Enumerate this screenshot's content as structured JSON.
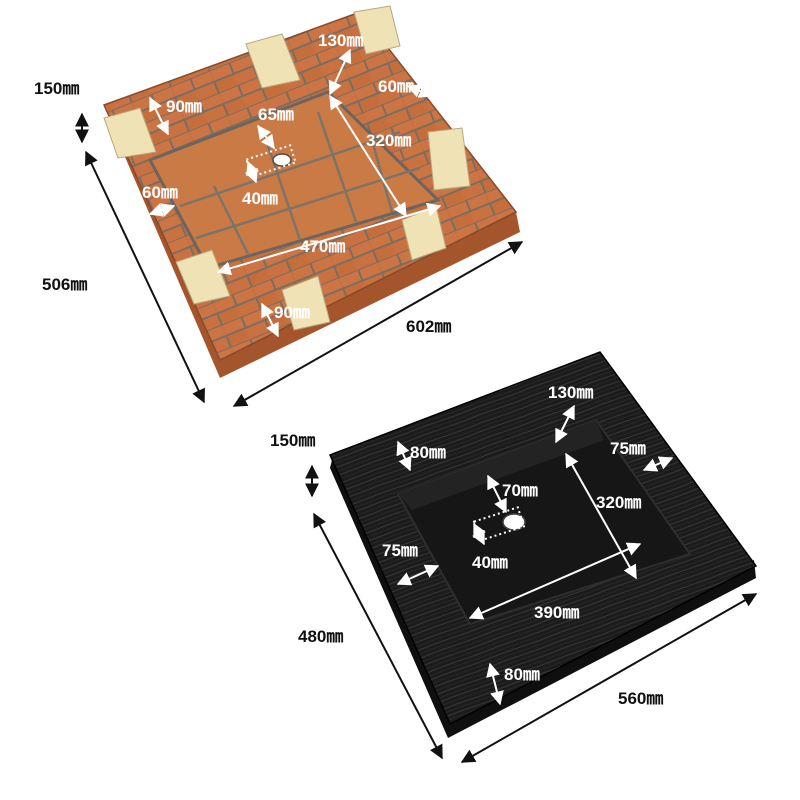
{
  "products": [
    {
      "name": "brick-sink",
      "finish_color": "#c5683a",
      "grout_color": "#6f6860",
      "accent_brick_color": "#efe2b4",
      "dimensions": {
        "height": "150㎜",
        "depth": "506㎜",
        "width": "602㎜",
        "back_rim": "130㎜",
        "side_rim_right": "60㎜",
        "rim_top_left": "90㎜",
        "inner_top": "65㎜",
        "basin_depth": "320㎜",
        "drain_width": "40㎜",
        "side_rim_left": "60㎜",
        "basin_width": "470㎜",
        "rim_bottom": "90㎜"
      }
    },
    {
      "name": "wood-grain-sink",
      "finish_color": "#161616",
      "dimensions": {
        "height": "150㎜",
        "back_rim": "130㎜",
        "rim_top": "80㎜",
        "side_rim_right": "75㎜",
        "drain_offset": "70㎜",
        "basin_depth": "320㎜",
        "side_rim_left": "75㎜",
        "drain_width": "40㎜",
        "basin_width": "390㎜",
        "depth": "480㎜",
        "rim_bottom": "80㎜",
        "width": "560㎜"
      }
    }
  ]
}
